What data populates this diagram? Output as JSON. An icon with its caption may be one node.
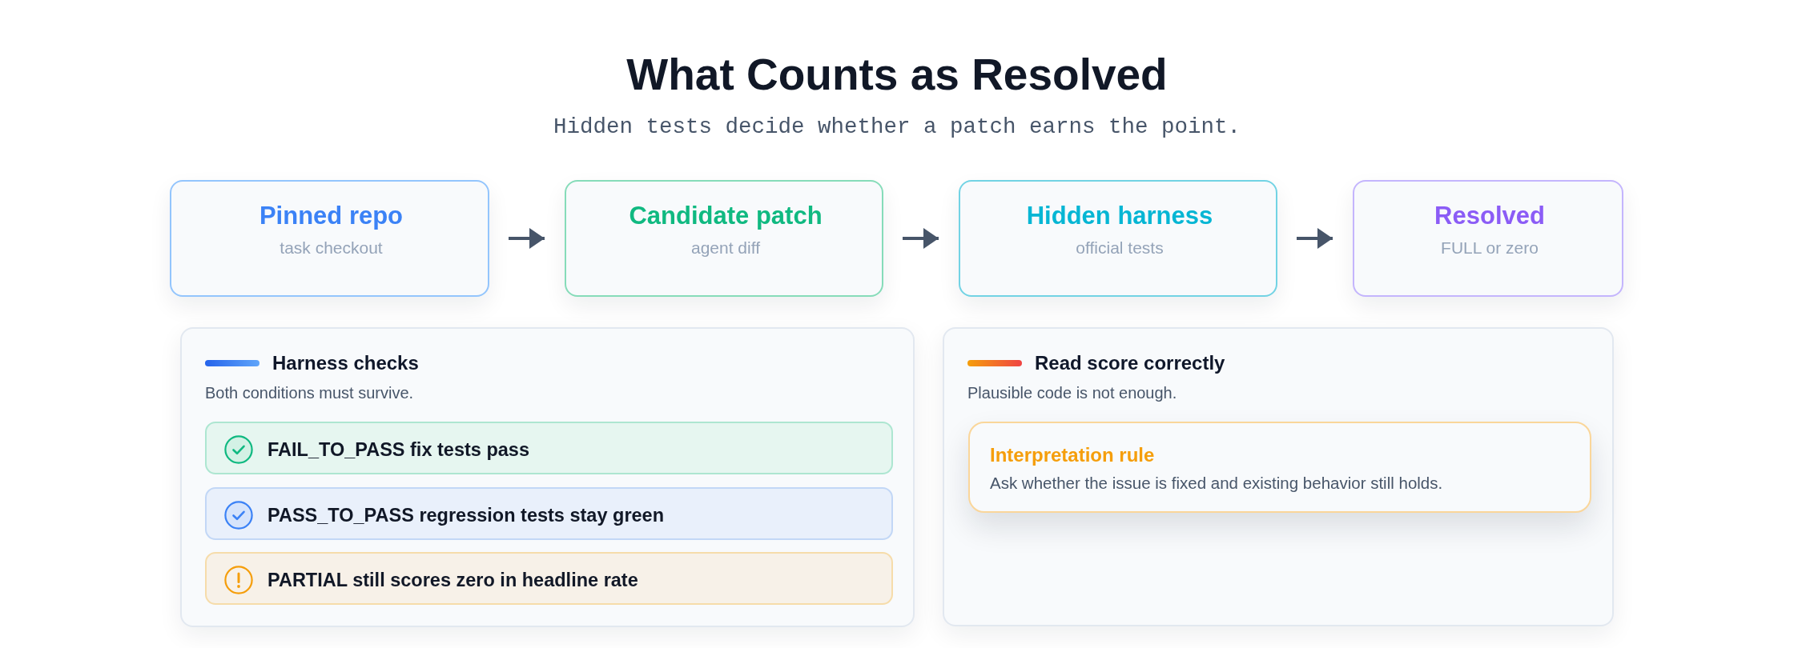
{
  "diagram": {
    "title": "What Counts as Resolved",
    "nodes": [
      {
        "text": [
          "Pinned repo",
          "task checkout"
        ]
      },
      {
        "text": [
          "Candidate patch",
          "agent diff"
        ]
      },
      {
        "text": [
          "Hidden harness",
          "official tests"
        ]
      },
      {
        "text": [
          "Resolved",
          "FULL or zero"
        ]
      },
      {
        "text": [
          "Harness checks",
          "Both conditions must survive."
        ]
      },
      {
        "text": [
          "FAIL_TO_PASS fix tests pass"
        ],
        "in": 4
      },
      {
        "text": [
          "PASS_TO_PASS regression tests stay green"
        ],
        "in": 4
      },
      {
        "text": [
          "PARTIAL still scores zero in headline rate"
        ],
        "in": 4
      },
      {
        "text": [
          "Read score correctly",
          "Plausible code is not enough."
        ]
      },
      {
        "text": [
          "Interpretation rule",
          "Ask whether the issue is fixed and existing behavior still holds."
        ],
        "in": 8
      }
    ],
    "edges": [
      {
        "from": 0,
        "to": 1,
        "arrow": "to"
      },
      {
        "from": 1,
        "to": 2,
        "arrow": "to"
      },
      {
        "from": 2,
        "to": 3,
        "arrow": "to"
      }
    ],
    "labels": [
      "Hidden tests decide whether a patch earns the point."
    ]
  }
}
